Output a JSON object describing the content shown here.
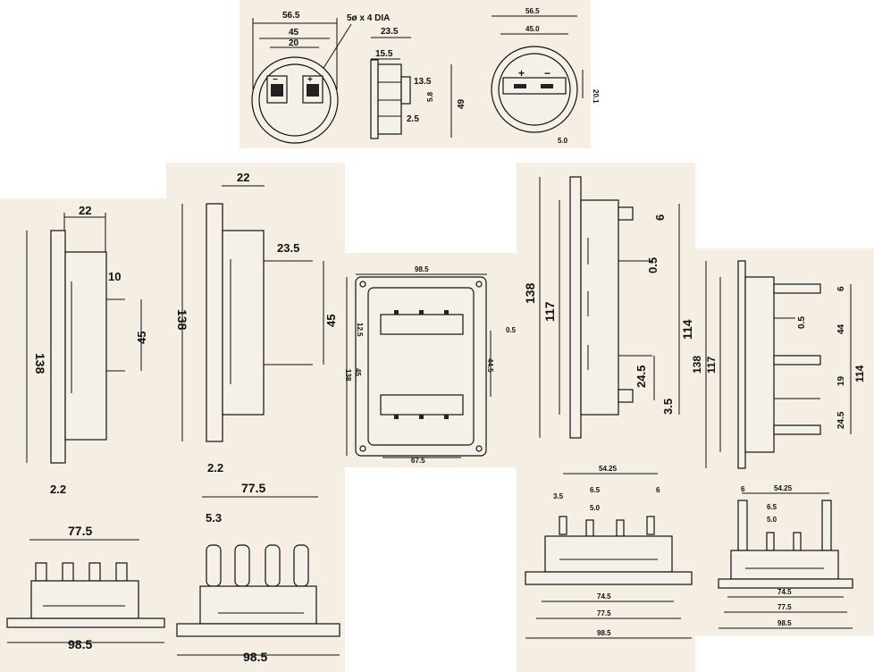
{
  "top_round": {
    "d_outer": "56.5",
    "d_mid": "45",
    "d_inner": "20",
    "hole_note": "5ø x 4 DIA",
    "minus": "−",
    "plus": "+"
  },
  "top_side": {
    "w_total": "23.5",
    "w_body": "15.5",
    "tab": "13.5",
    "gap": "5.8",
    "height": "49",
    "small": "2.5"
  },
  "top_rear": {
    "d_outer": "56.5",
    "d_mid": "45.0",
    "height": "20.1",
    "bottom": "5.0",
    "plus": "+",
    "minus": "−"
  },
  "side_small": {
    "depth": "22",
    "height": "138",
    "pin": "10",
    "pitch": "45",
    "plate": "2.2"
  },
  "side_large": {
    "depth": "22",
    "height": "138",
    "pin": "23.5",
    "pitch": "45",
    "plate": "2.2"
  },
  "front_plate": {
    "width": "98.5",
    "height": "138",
    "inner": "45",
    "gap": "44.5",
    "small": "0.5",
    "bottom": "67.5",
    "mini": "12.5"
  },
  "side_tall": {
    "h_total": "138",
    "h_inner": "117",
    "h_pins": "114",
    "pin_a": "6",
    "gap_a": "0.5",
    "gap_b": "24.5",
    "tip": "3.5"
  },
  "side_tall2": {
    "h_total": "138",
    "h_inner": "117",
    "h_pins": "114",
    "a": "6",
    "b": "0.5",
    "c": "44",
    "d": "19",
    "e": "24.5"
  },
  "bottom_small": {
    "w_terms": "77.5",
    "w_plate": "98.5"
  },
  "bottom_large": {
    "w_terms": "77.5",
    "pin": "5.3",
    "w_plate": "98.5"
  },
  "bottom_right1": {
    "pitch": "54.25",
    "left": "3.5",
    "p1": "6.5",
    "p2": "5.0",
    "right": "6",
    "w1": "74.5",
    "w2": "77.5",
    "w3": "98.5"
  },
  "bottom_right2": {
    "left": "6",
    "pitch": "54.25",
    "p1": "6.5",
    "p2": "5.0",
    "w1": "74.5",
    "w2": "77.5",
    "w3": "98.5"
  }
}
